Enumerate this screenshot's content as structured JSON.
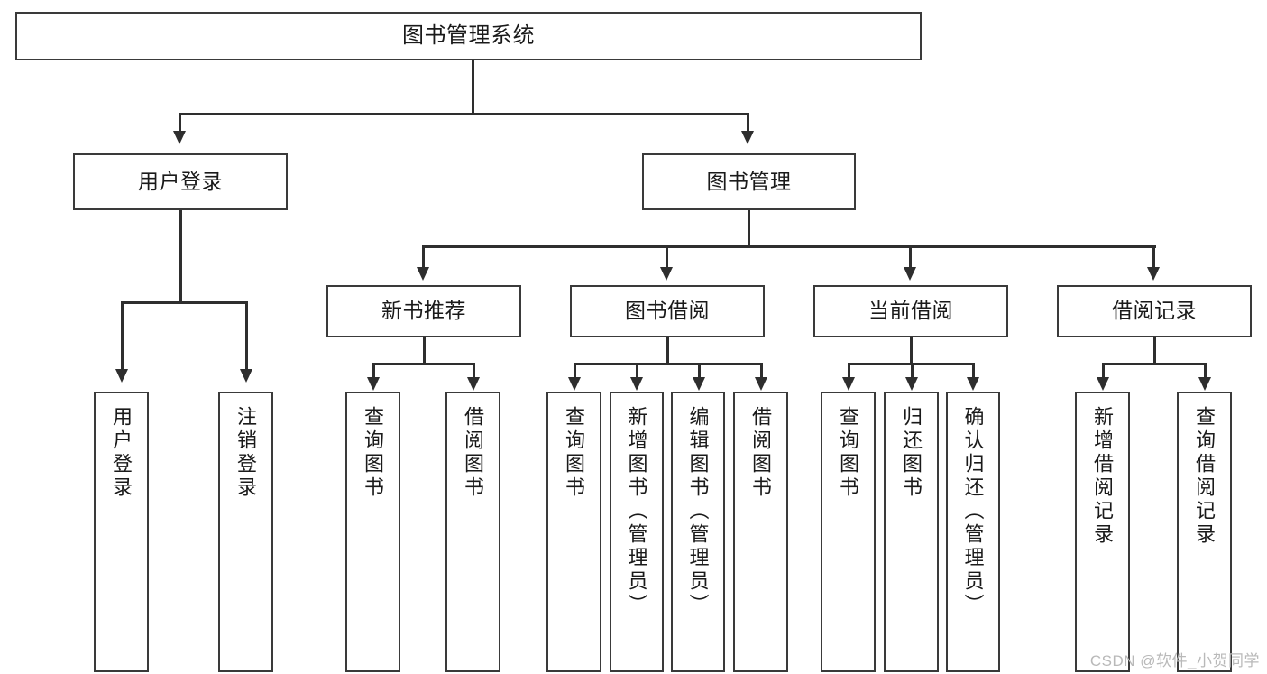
{
  "diagram": {
    "type": "tree",
    "title": "图书管理系统",
    "watermark": "CSDN @软件_小贺同学",
    "colors": {
      "box_border": "#3a3a3a",
      "connector": "#2e2e2e",
      "text": "#1a1a1a",
      "background": "#ffffff",
      "watermark": "#b9b9b9"
    },
    "nodes": {
      "root": {
        "label": "图书管理系统"
      },
      "level2": [
        {
          "label": "用户登录"
        },
        {
          "label": "图书管理"
        }
      ],
      "level3": [
        {
          "label": "新书推荐"
        },
        {
          "label": "图书借阅"
        },
        {
          "label": "当前借阅"
        },
        {
          "label": "借阅记录"
        }
      ],
      "leaves": {
        "user_login": [
          {
            "label": "用户登录"
          },
          {
            "label": "注销登录"
          }
        ],
        "new_book": [
          {
            "label": "查询图书"
          },
          {
            "label": "借阅图书"
          }
        ],
        "book_borrow": [
          {
            "label": "查询图书"
          },
          {
            "label": "新增图书（管理员）"
          },
          {
            "label": "编辑图书（管理员）"
          },
          {
            "label": "借阅图书"
          }
        ],
        "current_borrow": [
          {
            "label": "查询图书"
          },
          {
            "label": "归还图书"
          },
          {
            "label": "确认归还（管理员）"
          }
        ],
        "borrow_record": [
          {
            "label": "新增借阅记录"
          },
          {
            "label": "查询借阅记录"
          }
        ]
      }
    }
  }
}
